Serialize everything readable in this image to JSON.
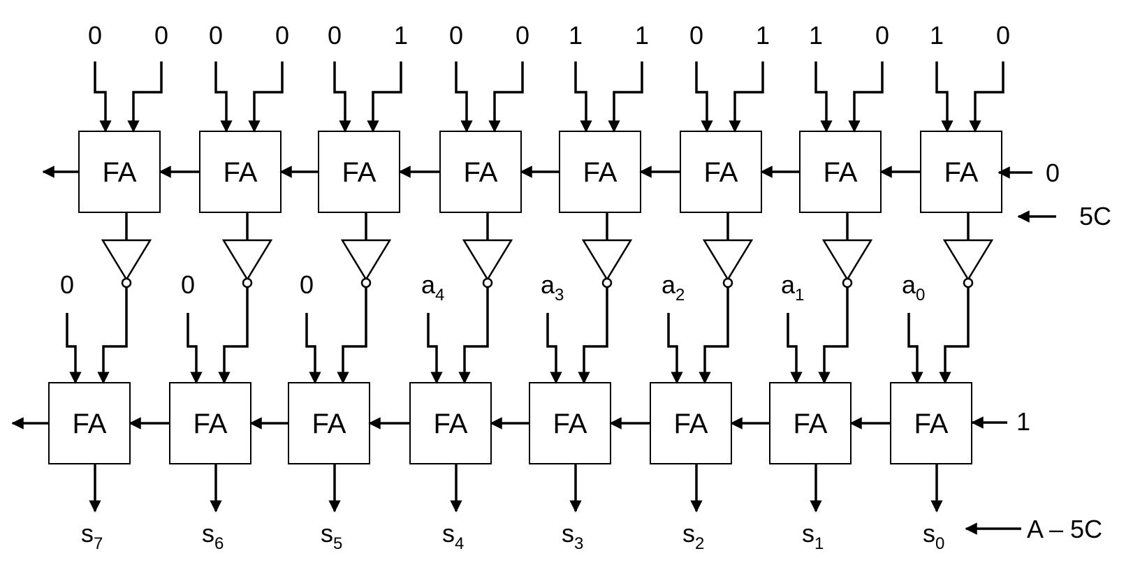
{
  "diagram": {
    "fa_label": "FA",
    "top_row_inputs": [
      [
        "0",
        "0"
      ],
      [
        "0",
        "0"
      ],
      [
        "0",
        "1"
      ],
      [
        "0",
        "0"
      ],
      [
        "1",
        "1"
      ],
      [
        "0",
        "1"
      ],
      [
        "1",
        "0"
      ],
      [
        "1",
        "0"
      ]
    ],
    "top_carry_in": "0",
    "top_row_annotation": "5C",
    "bottom_row_inputs": [
      {
        "base": "0",
        "sub": ""
      },
      {
        "base": "0",
        "sub": ""
      },
      {
        "base": "0",
        "sub": ""
      },
      {
        "base": "a",
        "sub": "4"
      },
      {
        "base": "a",
        "sub": "3"
      },
      {
        "base": "a",
        "sub": "2"
      },
      {
        "base": "a",
        "sub": "1"
      },
      {
        "base": "a",
        "sub": "0"
      }
    ],
    "bottom_carry_in": "1",
    "outputs": [
      {
        "base": "s",
        "sub": "7"
      },
      {
        "base": "s",
        "sub": "6"
      },
      {
        "base": "s",
        "sub": "5"
      },
      {
        "base": "s",
        "sub": "4"
      },
      {
        "base": "s",
        "sub": "3"
      },
      {
        "base": "s",
        "sub": "2"
      },
      {
        "base": "s",
        "sub": "1"
      },
      {
        "base": "s",
        "sub": "0"
      }
    ],
    "result_annotation": "A – 5C",
    "colors": {
      "stroke": "#000000",
      "background": "#ffffff"
    }
  }
}
